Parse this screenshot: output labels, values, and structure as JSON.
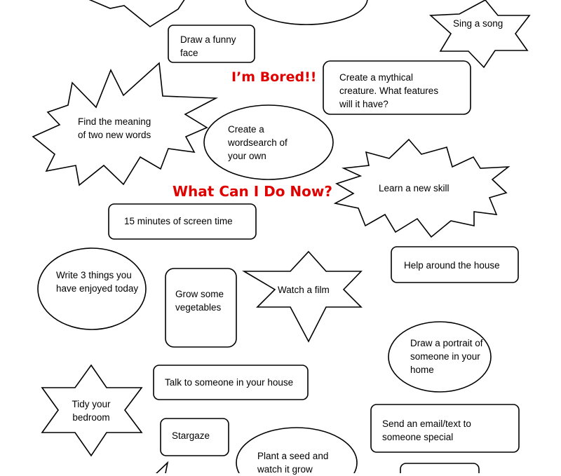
{
  "headings": {
    "bored": "I’m Bored!!",
    "what_now": "What Can I Do Now?"
  },
  "activities": {
    "sing_song": "Sing a song",
    "funny_face": "Draw a funny\nface",
    "mythical": "Create a mythical\ncreature. What features\nwill it have?",
    "meaning_words": "Find the meaning\nof two new words",
    "wordsearch": "Create a\nwordsearch of\nyour own",
    "new_skill": "Learn a new skill",
    "screen_time": "15 minutes of screen time",
    "help_house": "Help around the house",
    "write_3": "Write 3 things you\nhave enjoyed today",
    "vegetables": "Grow some\nvegetables",
    "film": "Watch a film",
    "portrait": "Draw a portrait of\nsomeone in your\nhome",
    "talk": "Talk to someone in your house",
    "tidy": "Tidy your\nbedroom",
    "email": "Send an email/text to\nsomeone special",
    "stargaze": "Stargaze",
    "plant_seed": "Plant a seed and\nwatch it grow"
  }
}
